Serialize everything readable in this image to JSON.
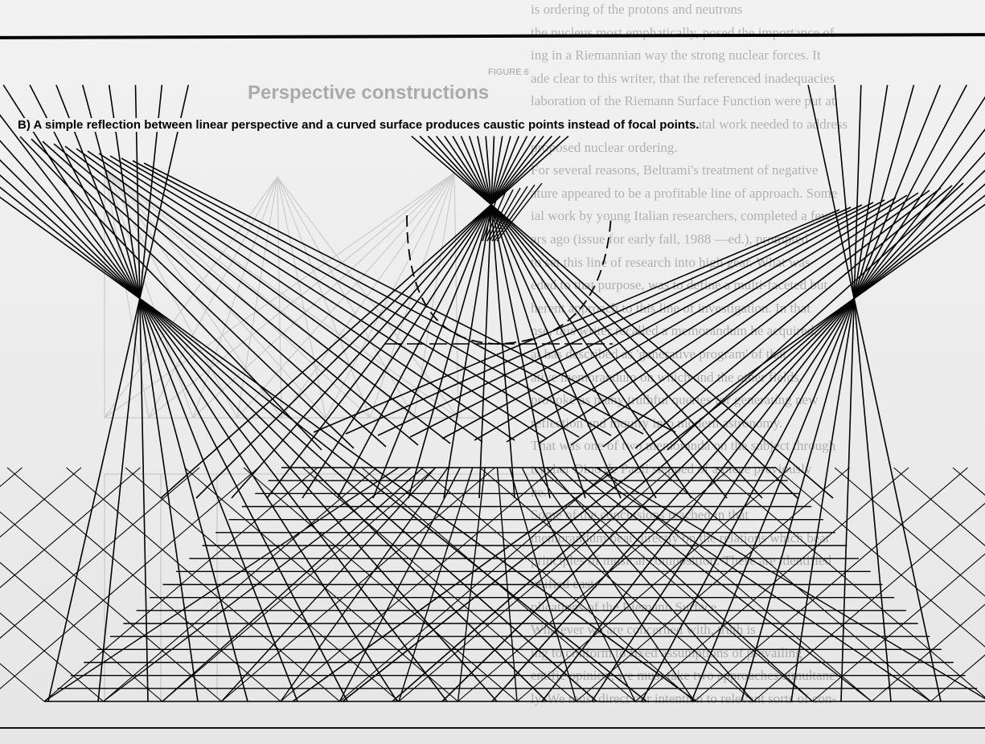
{
  "figure": {
    "label": "FIGURE 6",
    "title": "Perspective constructions",
    "caption": "B) A simple reflection between linear perspective and a curved surface produces caustic points instead of focal points."
  },
  "background_text": [
    "is ordering of the protons and neutrons",
    "the nucleus most emphatically, posed the importance of",
    "ing in a Riemannian way the strong nuclear forces. It",
    "ade clear to this writer, that the referenced inadequacies",
    "laboration of the Riemann Surface Function were put at",
    "center of the crucial-experimental work needed to address",
    "proposed nuclear ordering.",
    "For several reasons, Beltrami's treatment of negative",
    "ature appeared to be a profitable line of approach. Some",
    "ial work by young Italian researchers, completed a few",
    "ars ago (issue for early fall, 1988 —ed.), prompted",
    "to set this line of research into high gear. What was",
    "eded to that purpose, was to define a multi-faceted but",
    "herent approach to this line of investigation. In that",
    "nse, this writer recalled a memorandum he acquired,",
    "at has described as 'generative program' of that",
    "ative memorandum on which and the other fields",
    "provoke as many truthful queries for generating new",
    "reflection and inquiry into modern astronomy.",
    "That was one of two memoranda on the subject through",
    "teacher Dino de Paoli stepped of a piece previously",
    "he.",
    "Some of the conclusions reached in that",
    "memorandum bear directly on the relations which bear",
    "principles of musical composition. These are identified",
    "unified cast.",
    "plications of the Riemann Surface",
    "Whatever we are concerned with, truth is",
    "ing to conform to fixed assumptions of prevailing",
    "entific opinion, we must take two approaches simultane-",
    "ly. We must direct our intention to relevant sorts of con-"
  ],
  "colors": {
    "ink": "#000000",
    "paper": "#efefef"
  }
}
